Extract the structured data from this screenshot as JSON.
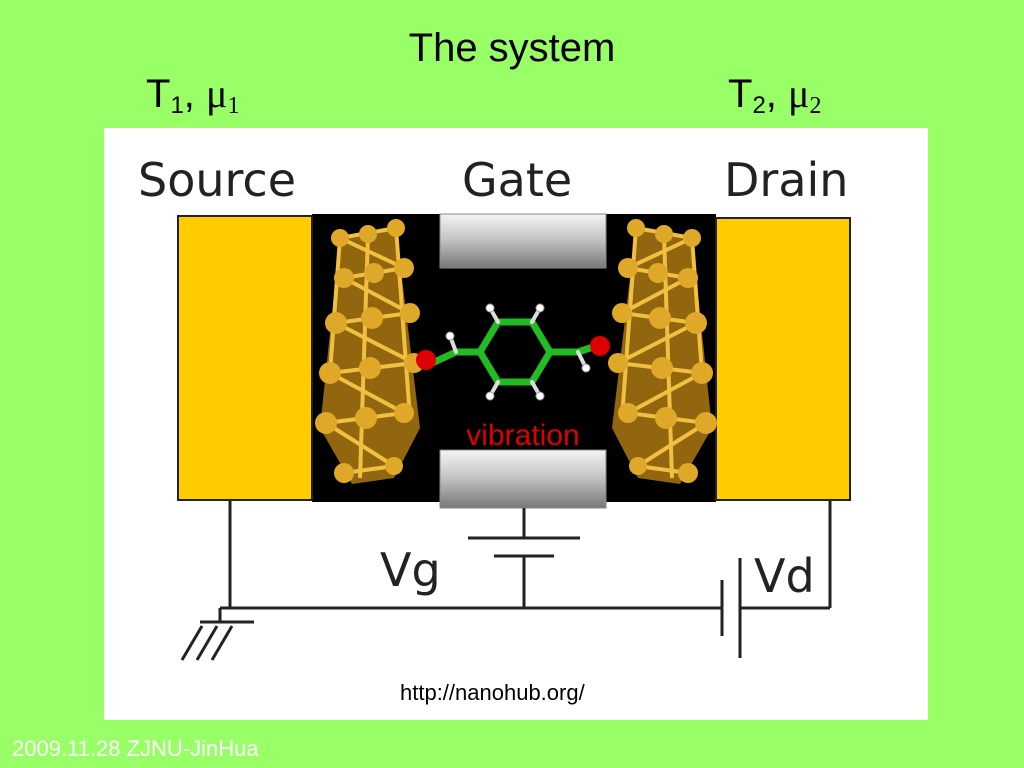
{
  "slide": {
    "title": "The system",
    "left_condition": {
      "temperature": "T",
      "temperature_sub": "1",
      "potential": "μ",
      "potential_sub": "1"
    },
    "right_condition": {
      "temperature": "T",
      "temperature_sub": "2",
      "potential": "μ",
      "potential_sub": "2"
    },
    "source_url": "http://nanohub.org/",
    "footer": "2009.11.28 ZJNU-JinHua"
  },
  "diagram": {
    "labels": {
      "source": "Source",
      "gate": "Gate",
      "drain": "Drain",
      "vibration": "vibration",
      "vg": "Vg",
      "vd": "Vd"
    },
    "colors": {
      "background": "#99ff66",
      "electrode": "#ffcc00",
      "channel": "#000000",
      "gate": "#c8c8c8",
      "gold_cluster": "#d4a020",
      "molecule_carbon": "#22bb22",
      "oxygen": "#dd0000",
      "vibration_text": "#dd0000",
      "footer_text": "#ffffff"
    }
  }
}
